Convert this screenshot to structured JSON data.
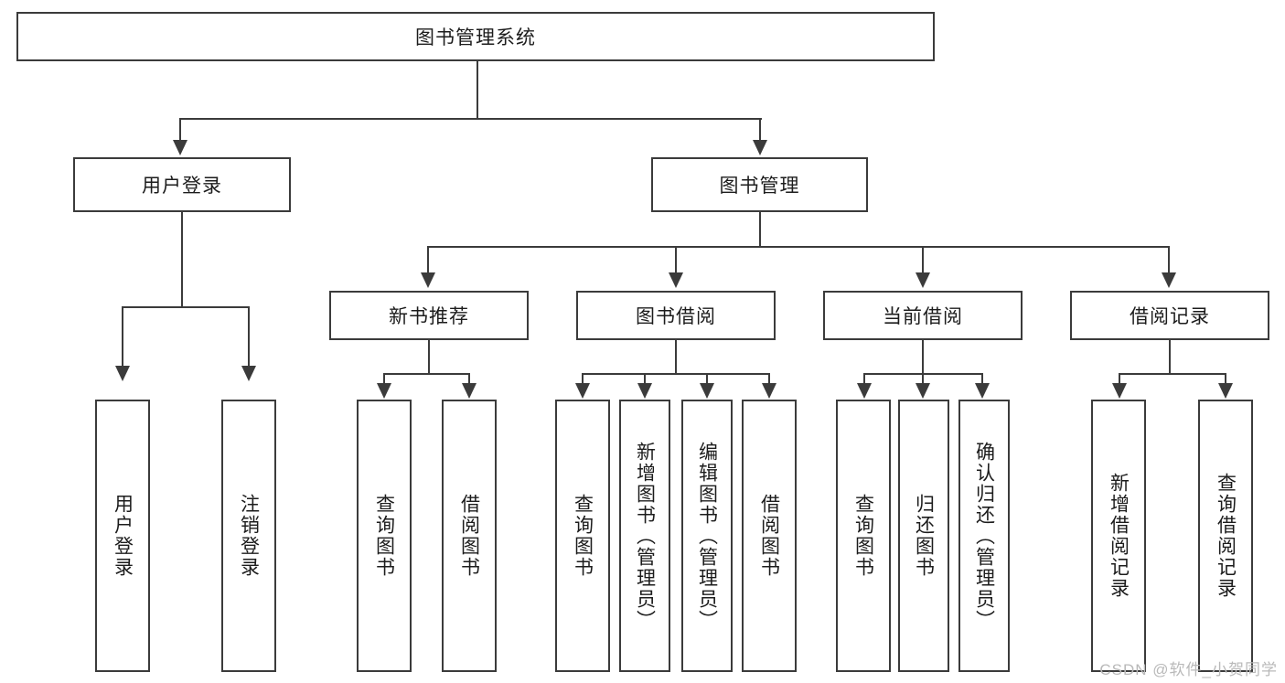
{
  "diagram": {
    "title": "图书管理系统",
    "watermark": "CSDN @软件_小贺同学",
    "line_color": "#3b3b3b",
    "box_fill": "#ffffff",
    "text_color": "#1c1c1c",
    "watermark_color": "#b9b9b9"
  },
  "nodes": {
    "root": {
      "label": "图书管理系统"
    },
    "level1": [
      {
        "label": "用户登录"
      },
      {
        "label": "图书管理"
      }
    ],
    "level2": [
      {
        "label": "新书推荐"
      },
      {
        "label": "图书借阅"
      },
      {
        "label": "当前借阅"
      },
      {
        "label": "借阅记录"
      }
    ],
    "login_leaves": [
      {
        "label": "用户登录"
      },
      {
        "label": "注销登录"
      }
    ],
    "recommend_leaves": [
      {
        "label": "查询图书"
      },
      {
        "label": "借阅图书"
      }
    ],
    "borrow_leaves": [
      {
        "label": "查询图书"
      },
      {
        "label": "新增图书（管理员）"
      },
      {
        "label": "编辑图书（管理员）"
      },
      {
        "label": "借阅图书"
      }
    ],
    "current_leaves": [
      {
        "label": "查询图书"
      },
      {
        "label": "归还图书"
      },
      {
        "label": "确认归还（管理员）"
      }
    ],
    "record_leaves": [
      {
        "label": "新增借阅记录"
      },
      {
        "label": "查询借阅记录"
      }
    ]
  }
}
